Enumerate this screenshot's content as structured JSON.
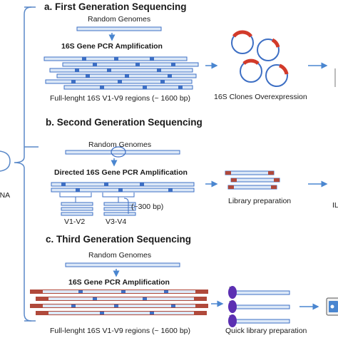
{
  "colors": {
    "blue": "#3d6fc4",
    "light_blue": "#dce8f7",
    "red": "#d23a2a",
    "brick": "#b0493b",
    "purple": "#5b2fb2",
    "bracket": "#5a89c9",
    "arrow": "#4a86d0"
  },
  "left_label": "DNA",
  "sections": {
    "a": {
      "title": "a. First Generation Sequencing",
      "genomes": "Random Genomes",
      "pcr": "16S Gene PCR Amplification",
      "regions": "Full-lenght 16S  V1-V9 regions (~ 1600 bp)",
      "step": "16S Clones Overexpression"
    },
    "b": {
      "title": "b. Second Generation Sequencing",
      "genomes": "Random Genomes",
      "pcr": "Directed 16S Gene PCR Amplification",
      "region1": "V1-V2",
      "region2": "V3-V4",
      "size": "(~300 bp)",
      "step": "Library preparation",
      "cut_label": "IL"
    },
    "c": {
      "title": "c. Third Generation Sequencing",
      "genomes": "Random Genomes",
      "pcr": "16S Gene PCR Amplification",
      "regions": "Full-lenght 16S  V1-V9 regions (~ 1600 bp)",
      "step": "Quick library preparation"
    }
  },
  "icons": {
    "device": "sequencer-device-icon"
  }
}
